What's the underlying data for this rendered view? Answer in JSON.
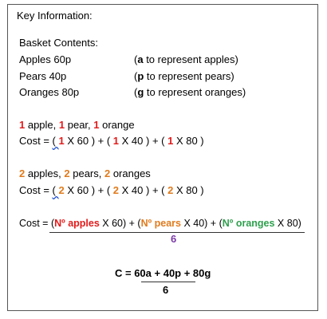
{
  "title": "Key Information:",
  "basket": {
    "heading": "Basket Contents:",
    "items": [
      {
        "name": "Apples 60p",
        "open": "(",
        "letter": "a",
        "note": " to represent apples)"
      },
      {
        "name": "Pears 40p",
        "open": "(",
        "letter": "p",
        "note": " to represent pears)"
      },
      {
        "name": "Oranges 80p",
        "open": "(",
        "letter": "g",
        "note": " to represent oranges)"
      }
    ]
  },
  "example1": {
    "q_apple": "1",
    "t_apple": " apple, ",
    "q_pear": "1",
    "t_pear": " pear, ",
    "q_orange": "1",
    "t_orange": " orange",
    "c_pre": "Cost = ",
    "c_open": "( ",
    "c_n1": "1",
    "c_m1": " X 60 ) + ( ",
    "c_n2": "1",
    "c_m2": " X 40 ) + ( ",
    "c_n3": "1",
    "c_m3": " X 80 )"
  },
  "example2": {
    "q_apple": "2",
    "t_apple": " apples, ",
    "q_pear": "2",
    "t_pear": " pears, ",
    "q_orange": "2",
    "t_orange": " oranges",
    "c_pre": "Cost = ",
    "c_open": "( ",
    "c_n1": "2",
    "c_m1": " X 60 ) + ( ",
    "c_n2": "2",
    "c_m2": " X 40 ) + ( ",
    "c_n3": "2",
    "c_m3": " X 80 )"
  },
  "general": {
    "pre": "Cost = (",
    "apples": "Nº apples",
    "m1": " X 60) + (",
    "pears": "Nº pears",
    "m2": " X 40) + (",
    "oranges": "Nº oranges",
    "m3": " X 80)",
    "denominator": "6"
  },
  "formula": {
    "numerator": "C = 60a + 40p + 80g",
    "denominator": "6"
  },
  "colors": {
    "red": "#e31b1b",
    "orange": "#e07b1d",
    "green": "#2e9f4d",
    "purple": "#7b3aa8"
  }
}
